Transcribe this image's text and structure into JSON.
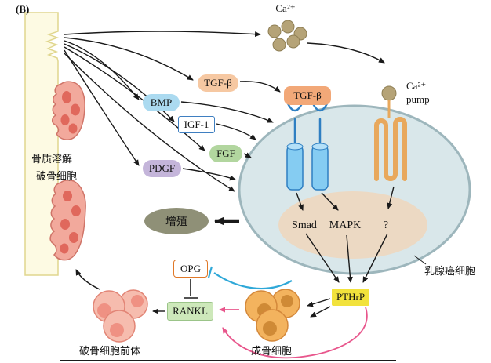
{
  "panel_label": "(B)",
  "nodes": {
    "ca_top": "Ca²⁺",
    "tgfb_free": "TGF-β",
    "bmp": "BMP",
    "igf1": "IGF-1",
    "fgf": "FGF",
    "pdgf": "PDGF",
    "tgfb_ligand": "TGF-β",
    "ca_pump_line1": "Ca²⁺",
    "ca_pump_line2": "pump",
    "smad": "Smad",
    "mapk": "MAPK",
    "unknown_pathway": "?",
    "proliferation": "增殖",
    "pthrp": "PTHrP",
    "opg": "OPG",
    "rankl": "RANKL"
  },
  "labels": {
    "osteolysis": "骨质溶解",
    "osteoclast": "破骨细胞",
    "osteoclast_precursor": "破骨细胞前体",
    "osteoblast": "成骨细胞",
    "breast_cancer_cell": "乳腺癌细胞"
  },
  "colors": {
    "bone_fill": "#fdfae3",
    "bone_border": "#e0d68e",
    "osteoclast_fill": "#f2a99c",
    "osteoclast_border": "#cf7468",
    "osteoclast_nucleus": "#e0685c",
    "ca_ion_fill": "#b5a377",
    "ca_ion_border": "#8f7f55",
    "tgfb_box": "#f6c8a2",
    "bmp_box": "#abdaf0",
    "igf1_border": "#3f7fc1",
    "fgf_box": "#b2d69f",
    "pdgf_box": "#c4b5da",
    "cell_fill": "#d9e7ea",
    "cell_border": "#9db6bc",
    "nucleus_fill": "#ecd9c3",
    "receptor_fill": "#85ccf2",
    "receptor_border": "#2e7fc2",
    "tgfb_ligand_box": "#f2a878",
    "ca_pump": "#e8a85c",
    "proliferation_fill": "#8f9077",
    "pthrp_box": "#f2e23c",
    "opg_border": "#e07828",
    "rankl_box": "#cde8ba",
    "osteoblast_fill": "#f3b35e",
    "osteoblast_border": "#d4883a",
    "osteoblast_nucleus": "#cf8a36",
    "precursor_fill": "#f6bcae",
    "precursor_border": "#e28576",
    "precursor_nucleus": "#ef9183",
    "arrow_black": "#1a1a1a",
    "inhibit_blue": "#2fa8d8",
    "stimulate_pink": "#e8568c"
  }
}
